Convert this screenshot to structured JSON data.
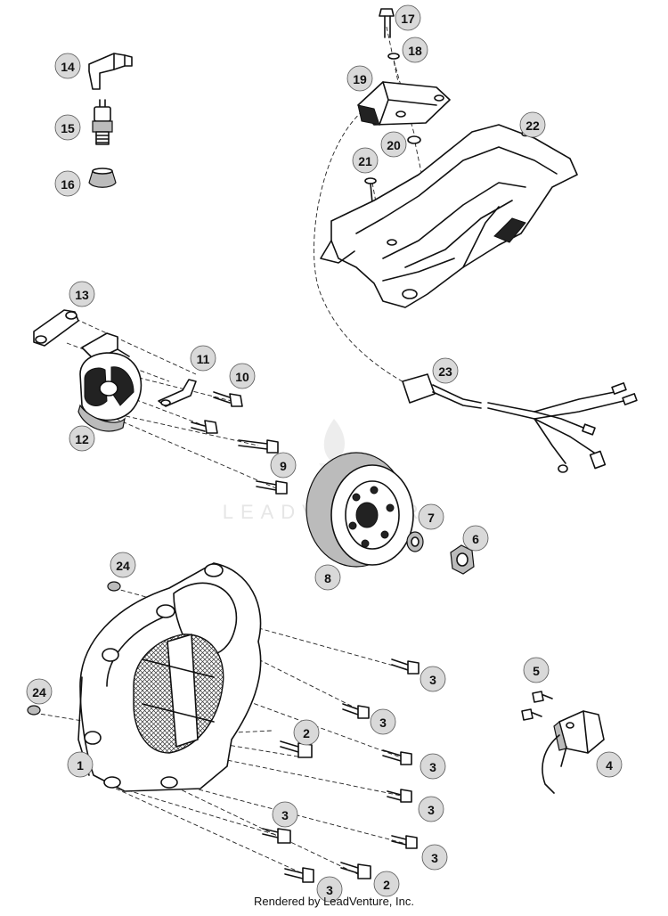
{
  "watermark": "LEADVENTURE",
  "footer": "Rendered by LeadVenture, Inc.",
  "callouts": [
    {
      "id": "c17",
      "label": "17"
    },
    {
      "id": "c18",
      "label": "18"
    },
    {
      "id": "c19",
      "label": "19"
    },
    {
      "id": "c20",
      "label": "20"
    },
    {
      "id": "c21",
      "label": "21"
    },
    {
      "id": "c22",
      "label": "22"
    },
    {
      "id": "c14",
      "label": "14"
    },
    {
      "id": "c15",
      "label": "15"
    },
    {
      "id": "c16",
      "label": "16"
    },
    {
      "id": "c13",
      "label": "13"
    },
    {
      "id": "c11",
      "label": "11"
    },
    {
      "id": "c10",
      "label": "10"
    },
    {
      "id": "c12",
      "label": "12"
    },
    {
      "id": "c23",
      "label": "23"
    },
    {
      "id": "c9",
      "label": "9"
    },
    {
      "id": "c7",
      "label": "7"
    },
    {
      "id": "c6",
      "label": "6"
    },
    {
      "id": "c8",
      "label": "8"
    },
    {
      "id": "c24a",
      "label": "24"
    },
    {
      "id": "c3a",
      "label": "3"
    },
    {
      "id": "c5",
      "label": "5"
    },
    {
      "id": "c24b",
      "label": "24"
    },
    {
      "id": "c3b",
      "label": "3"
    },
    {
      "id": "c2a",
      "label": "2"
    },
    {
      "id": "c3c",
      "label": "3"
    },
    {
      "id": "c1",
      "label": "1"
    },
    {
      "id": "c4",
      "label": "4"
    },
    {
      "id": "c3d",
      "label": "3"
    },
    {
      "id": "c3e",
      "label": "3"
    },
    {
      "id": "c3f",
      "label": "3"
    },
    {
      "id": "c3g",
      "label": "3"
    },
    {
      "id": "c2b",
      "label": "2"
    }
  ]
}
